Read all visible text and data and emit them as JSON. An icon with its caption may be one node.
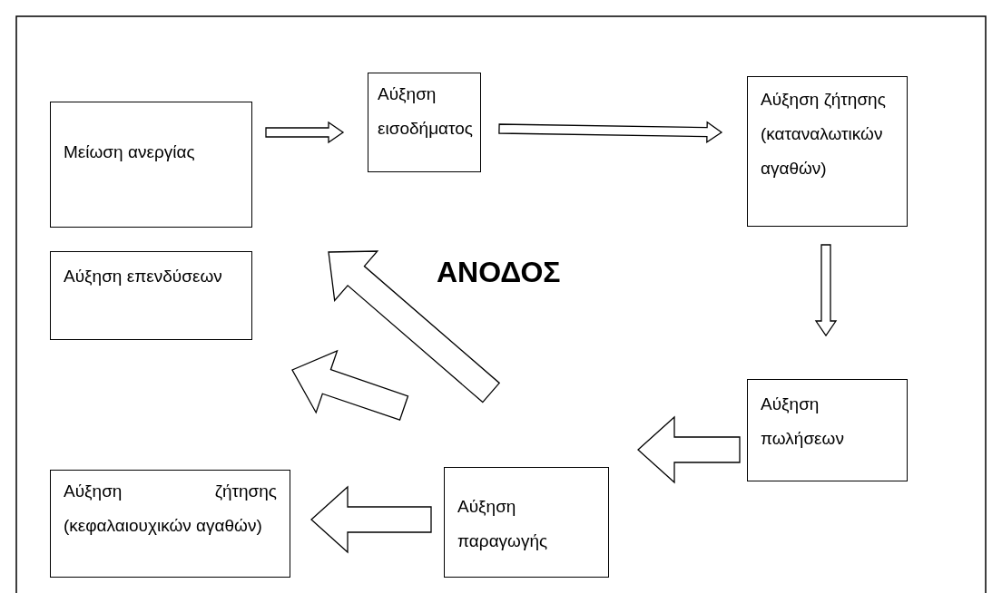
{
  "diagram": {
    "nodes": [
      {
        "text": [
          "Μείωση ανεργίας"
        ]
      },
      {
        "text": [
          "Αύξηση εισοδήματος"
        ]
      },
      {
        "text": [
          "Αύξηση ζήτησης (καταναλωτικών αγαθών)"
        ]
      },
      {
        "text": [
          "Αύξηση επενδύσεων"
        ]
      },
      {
        "text": [
          "Αύξηση πωλήσεων"
        ]
      },
      {
        "text": [
          "Αύξηση παραγωγής"
        ]
      },
      {
        "text": [
          "Αύξηση ζήτησης (κεφαλαιουχικών αγαθών)"
        ]
      }
    ],
    "edges": [
      {
        "from": 0,
        "to": 1,
        "arrow": "to"
      },
      {
        "from": 1,
        "to": 2,
        "arrow": "to"
      },
      {
        "from": 2,
        "to": 4,
        "arrow": "to"
      },
      {
        "from": 4,
        "to": 5,
        "arrow": "to",
        "style": "thick"
      },
      {
        "from": 5,
        "to": 6,
        "arrow": "to",
        "style": "thick"
      },
      {
        "from": 5,
        "to": 3,
        "arrow": "to",
        "style": "thick"
      },
      {
        "from": 5,
        "to": 0,
        "arrow": "to",
        "style": "thick"
      }
    ],
    "labels": [
      "ΑΝΟΔΟΣ"
    ]
  }
}
